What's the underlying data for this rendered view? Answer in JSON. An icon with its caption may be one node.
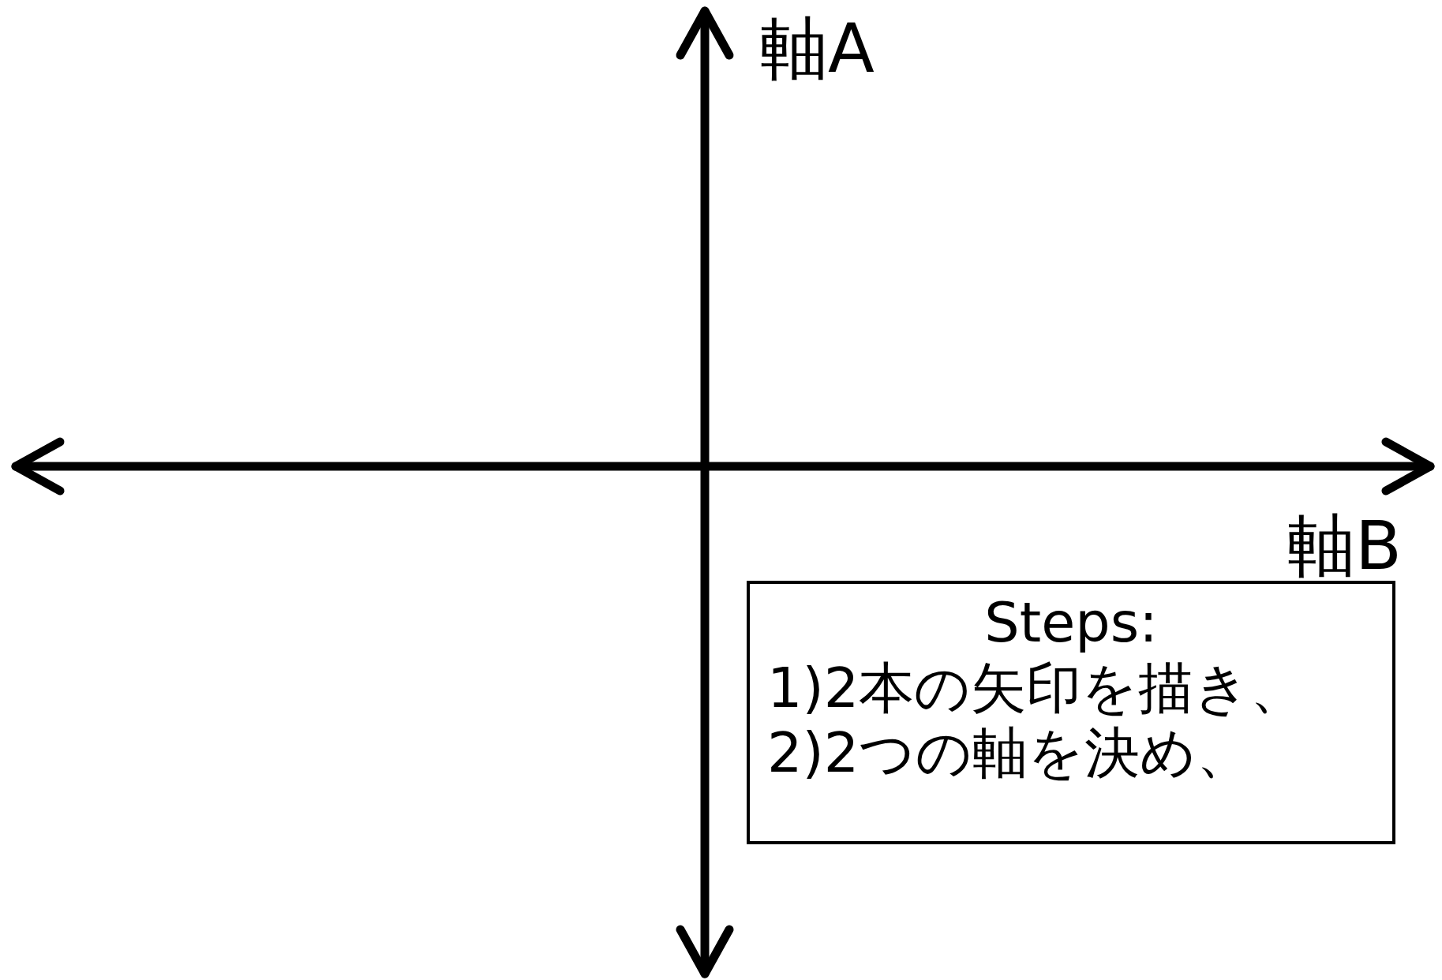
{
  "diagram": {
    "nodes": [
      {
        "text": [
          "Steps:",
          "1)2本の矢印を描き、",
          "2)2つの軸を決め、"
        ]
      }
    ],
    "labels": [
      "軸A",
      "軸B"
    ]
  }
}
